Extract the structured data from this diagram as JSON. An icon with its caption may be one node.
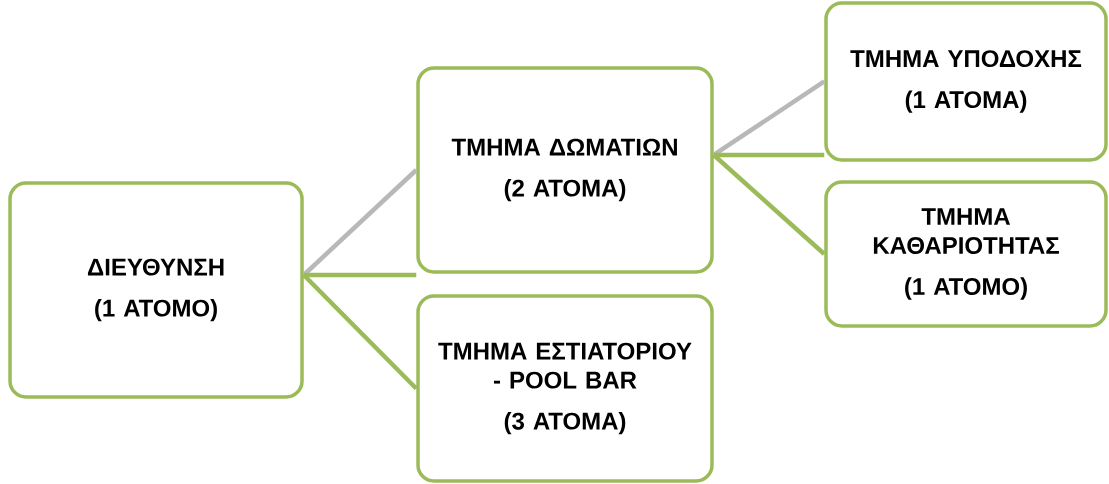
{
  "diagram": {
    "nodes": [
      {
        "text": [
          "ΔΙΕΥΘΥΝΣΗ",
          "(1 ΑΤΟΜΟ)"
        ]
      },
      {
        "text": [
          "ΤΜΗΜΑ ΔΩΜΑΤΙΩΝ",
          "(2 ΑΤΟΜΑ)"
        ]
      },
      {
        "text": [
          "ΤΜΗΜΑ ΕΣΤΙΑΤΟΡΙΟΥ - POOL BAR",
          "(3 ΑΤΟΜΑ)"
        ]
      },
      {
        "text": [
          "ΤΜΗΜΑ ΥΠΟΔΟΧΗΣ",
          "(1 ΑΤΟΜΑ)"
        ]
      },
      {
        "text": [
          "ΤΜΗΜΑ ΚΑΘΑΡΙΟΤΗΤΑΣ",
          "(1 ΑΤΟΜΟ)"
        ]
      }
    ],
    "edges": [
      {
        "from": 0,
        "to": 1,
        "arrow": "none",
        "color": "#b8b8b8"
      },
      {
        "from": 0,
        "to": 1,
        "arrow": "none"
      },
      {
        "from": 0,
        "to": 2,
        "arrow": "none"
      },
      {
        "from": 1,
        "to": 3,
        "arrow": "none",
        "color": "#b8b8b8"
      },
      {
        "from": 1,
        "to": 3,
        "arrow": "none"
      },
      {
        "from": 1,
        "to": 4,
        "arrow": "none"
      }
    ]
  }
}
